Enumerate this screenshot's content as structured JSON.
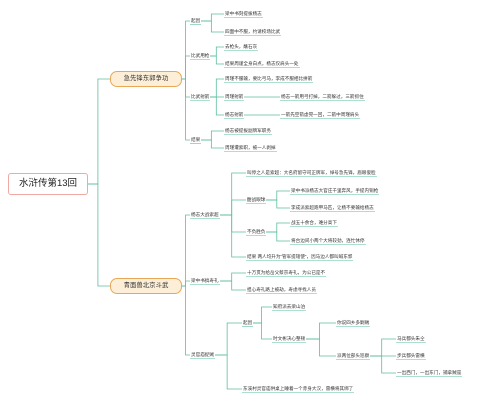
{
  "root": "水浒传第13回",
  "colors": {
    "line": "#5cbf9c",
    "root_border": "#f0a8a0",
    "main_border": "#e9a857",
    "main_fill": "#fdefd7"
  },
  "b1": {
    "title": "急先锋东郭争功",
    "qiyin": {
      "label": "起因",
      "items": [
        "梁中书刻提拔杨志",
        "四面中不服，约请校场比武"
      ]
    },
    "biwu_qiang": {
      "label": "比武用枪",
      "items": [
        "去枪头，蘸石灰",
        "结果周谨全身白点，杨志仅肩头一处"
      ]
    },
    "biwu_jian": {
      "label": "比武射箭",
      "items": [
        "周瑾不服输，要比弓马，李成不服相比拼箭"
      ],
      "sub1_label": "周瑾射箭",
      "sub1_item": "杨志一箭用弓打掉，二箭躲过，三箭抓住",
      "sub2_label": "杨志射箭",
      "sub2_item": "一箭先空箭虚晃一回，二箭中周瑾肩头"
    },
    "jieguo": {
      "label": "结果",
      "items": [
        "杨志被提拔副牌军职务",
        "周瑾遭索职，被一人剥掉"
      ]
    }
  },
  "b2": {
    "title": "青面兽北京斗武",
    "yangzhi": {
      "label": "杨志大战索超",
      "s1": "叫停之人是索超：大名府留守司正牌军，绰号急先锋，眉眼俊脸",
      "fighting": {
        "label": "酣战眼球",
        "items": [
          "梁中书派杨志大官庄千里奔风，手提内铜枪",
          "李成派索超跑甲马匹，让杨不要输给杨志"
        ]
      },
      "buhe": {
        "label": "不负胜负",
        "items": [
          "战五十余合，难分高下",
          "将台边间小两个大将较劲，连忙休停"
        ]
      },
      "s4": "结果    两人均升为“管军提辖使”，因马边人都叫喊东郭"
    },
    "liangzhong": {
      "label": "梁中书搞寿礼",
      "items": [
        "十万贯为给岳父蔡京寿礼，为公已是不",
        "担心寿礼路上被劫，寿虑寻找人员"
      ]
    },
    "qixun": {
      "label": "灵官庙捉贼",
      "qiyin_label": "起因",
      "qiyin_item": "知府派去梁山泊",
      "fenpei_label": "时文彬决心整顿",
      "fenpei_item1": "你说四乡多剿贼",
      "fenpei2_label": "派两位部头巡察",
      "fenpei2_items": [
        "马兵都头朱仝",
        "步兵都头雷横",
        "一出西门，一出东门，捕拿贼寇"
      ],
      "result": "东溪村灵官庙供桌上睡着一个赤身大汉，雷横将其绑了"
    }
  }
}
